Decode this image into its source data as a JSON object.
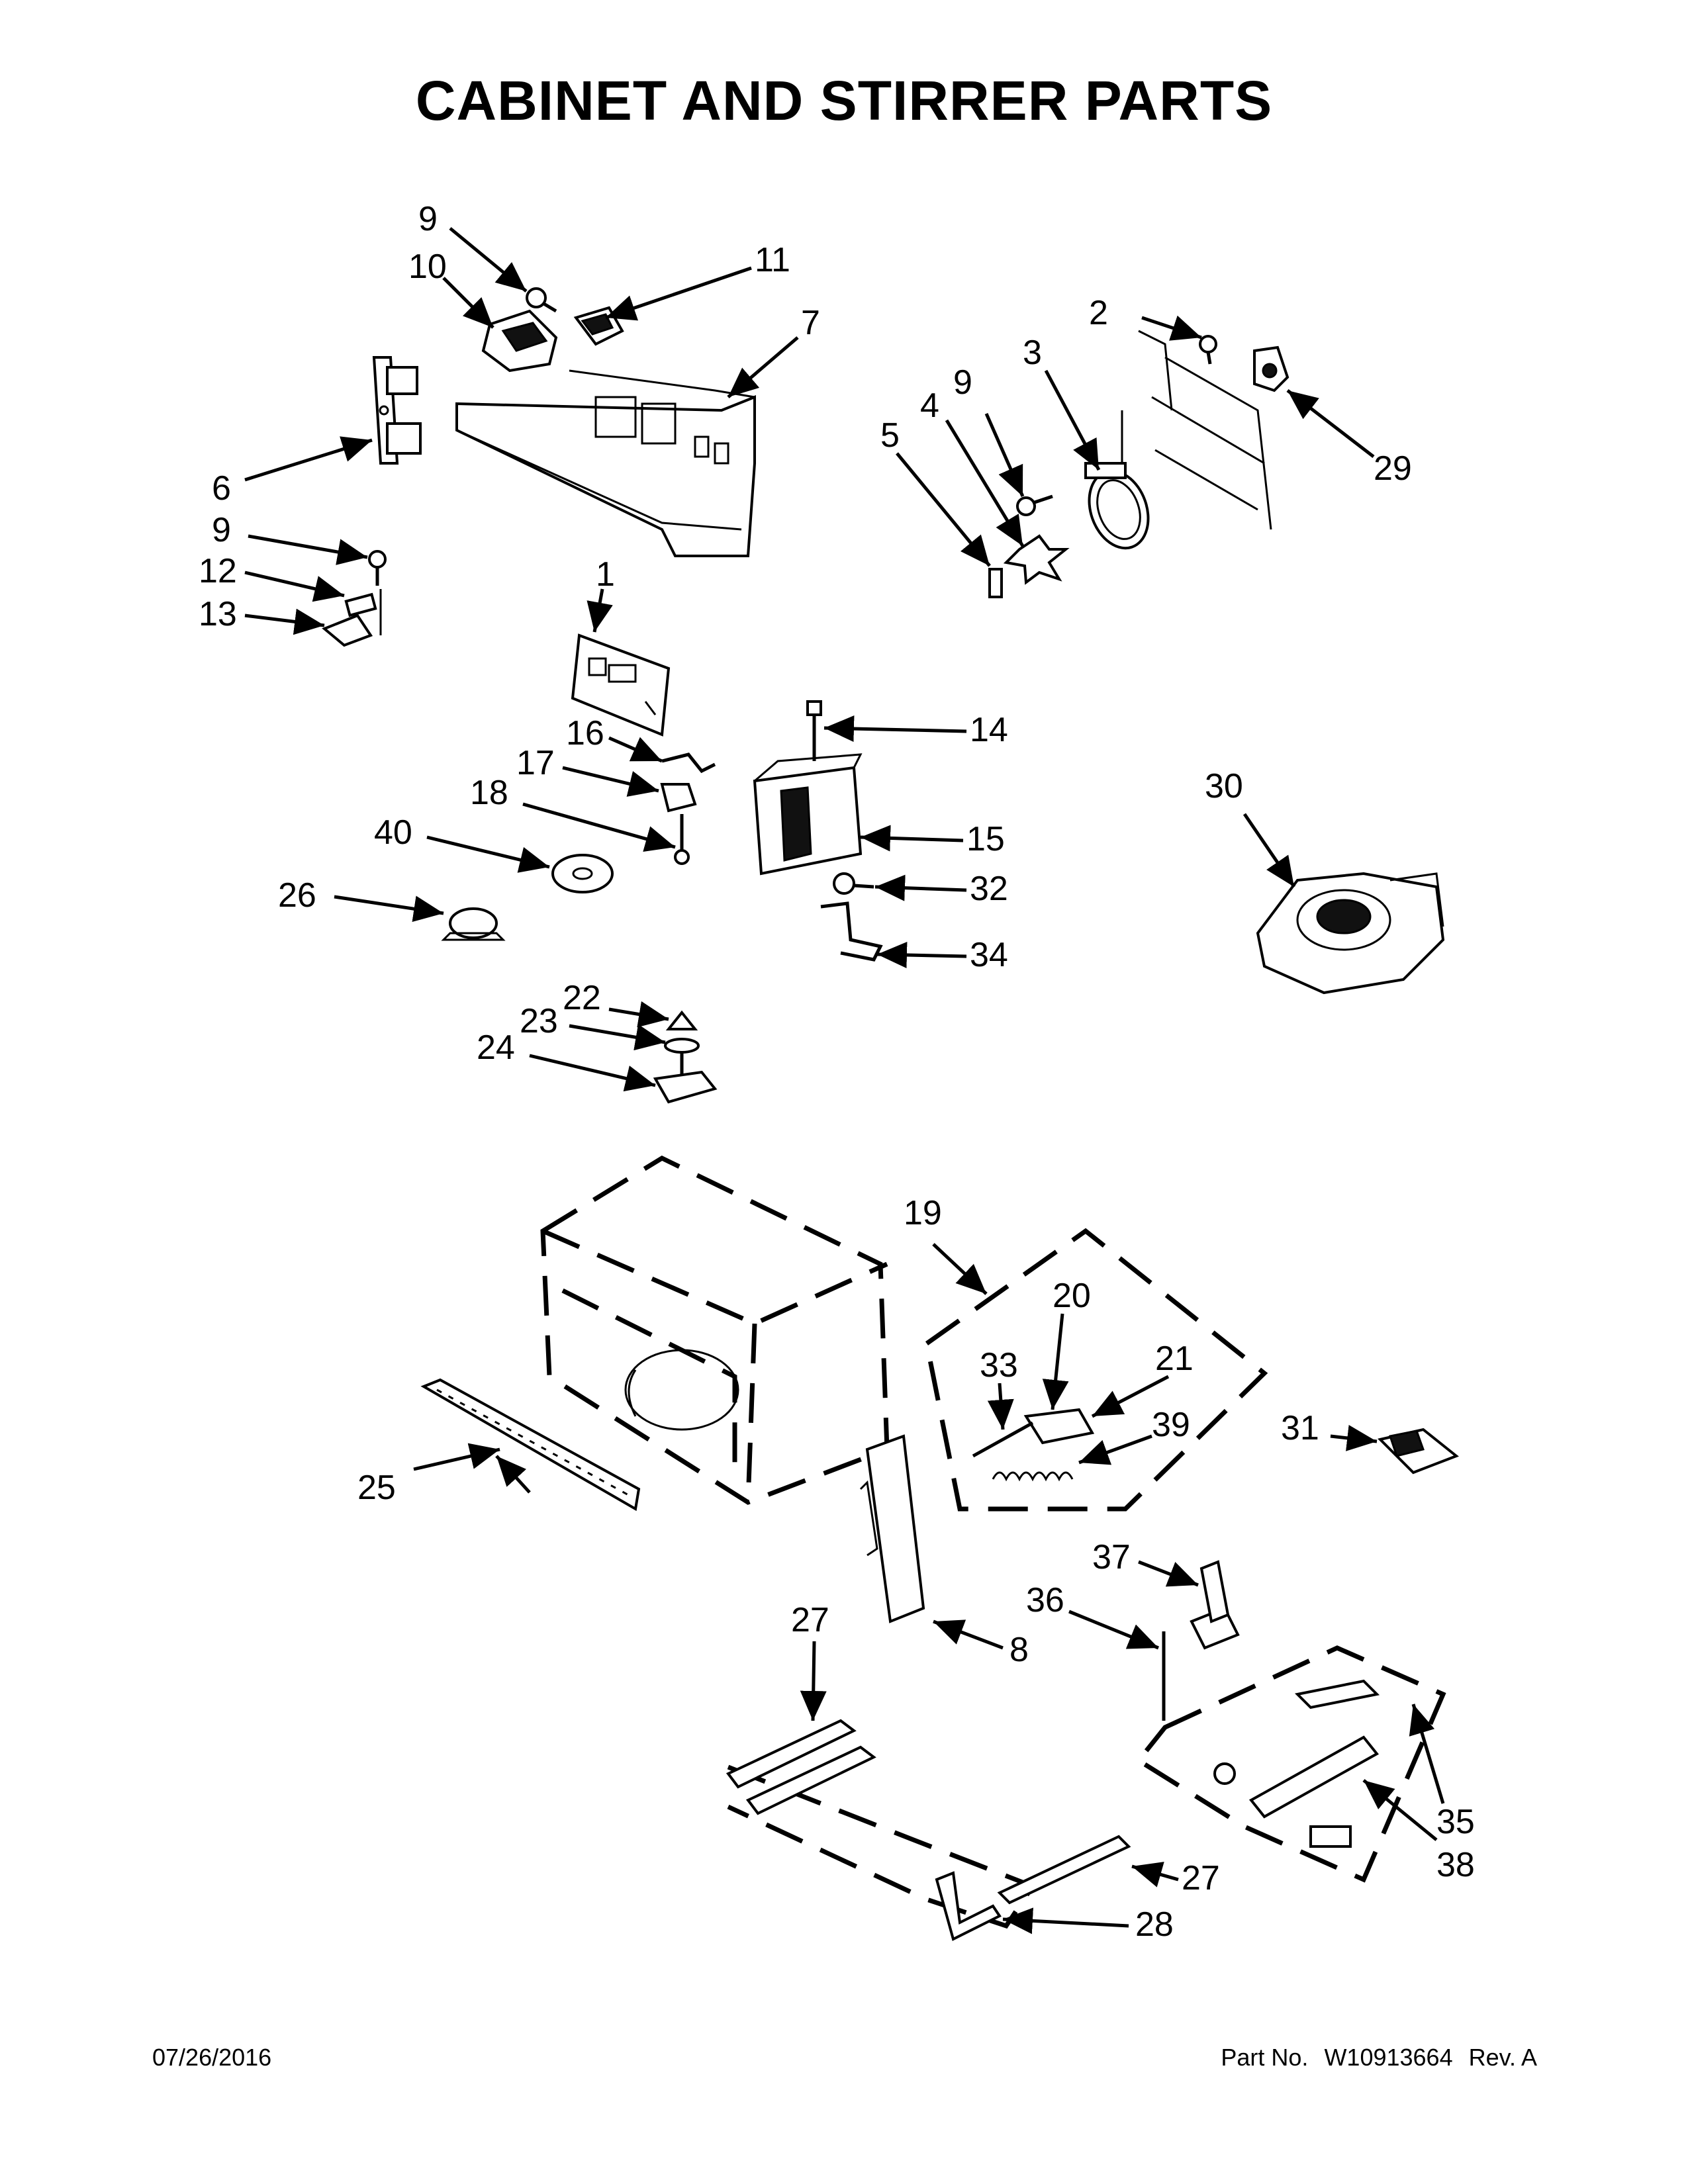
{
  "title": "CABINET AND STIRRER PARTS",
  "callouts": [
    "1",
    "2",
    "3",
    "4",
    "5",
    "6",
    "7",
    "8",
    "9",
    "10",
    "11",
    "12",
    "13",
    "14",
    "15",
    "16",
    "17",
    "18",
    "19",
    "20",
    "21",
    "22",
    "23",
    "24",
    "25",
    "26",
    "27",
    "28",
    "29",
    "30",
    "31",
    "32",
    "33",
    "34",
    "35",
    "36",
    "37",
    "38",
    "39",
    "40"
  ],
  "footer": {
    "date": "07/26/2016",
    "part_prefix": "Part No.",
    "part_number": "W10913664",
    "revision": "Rev. A"
  }
}
